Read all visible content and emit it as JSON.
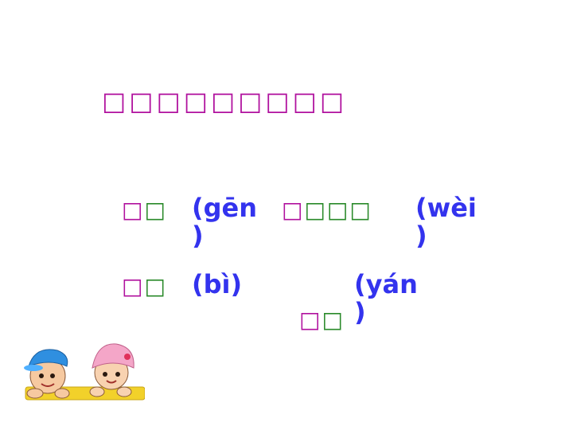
{
  "colors": {
    "title": "#b0119e",
    "hanzi_a": "#b0119e",
    "hanzi_b": "#2a8a2a",
    "pinyin": "#3333ee",
    "cartoon_bar": "#f2d12a"
  },
  "title": "□□□□□□□□□",
  "words": [
    {
      "hanzi_a": "□",
      "hanzi_b": "□",
      "pinyin_line1": "(gēn",
      "pinyin_line2": ")"
    },
    {
      "hanzi_a": "□",
      "hanzi_b": "□□□",
      "pinyin_line1": "(wèi",
      "pinyin_line2": ")"
    },
    {
      "hanzi_a": "□",
      "hanzi_b": "□",
      "pinyin_line1": "(bì)",
      "pinyin_line2": ""
    },
    {
      "hanzi_a": "□",
      "hanzi_b": "□",
      "pinyin_line1": "(yán",
      "pinyin_line2": ")"
    }
  ],
  "illustration_icon": "two-kids-cartoon-icon"
}
